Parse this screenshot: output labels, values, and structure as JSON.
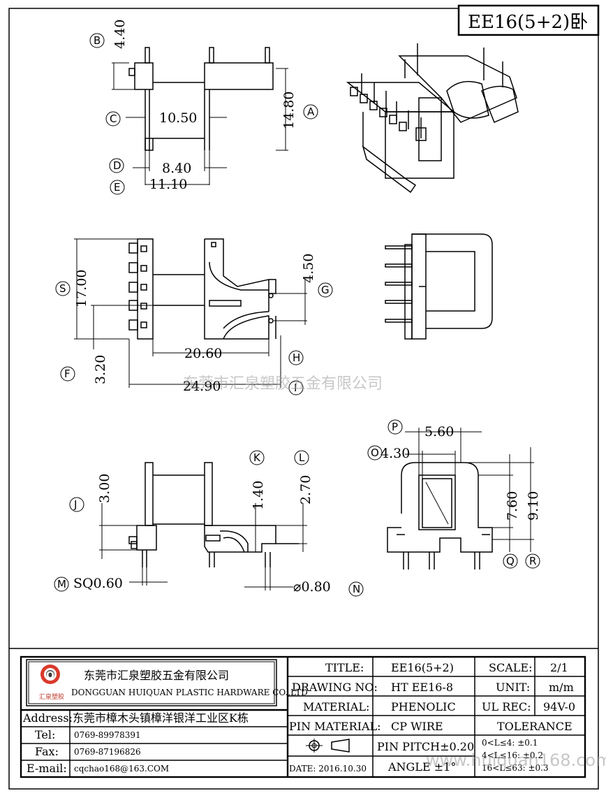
{
  "drawing": {
    "title_box": "EE16(5+2)卧",
    "dims": {
      "top_b": "4.40",
      "top_c": "10.50",
      "top_a": "14.80",
      "top_d": "8.40",
      "top_e": "11.10",
      "mid_s": "17.00",
      "mid_g": "4.50",
      "mid_h": "20.60",
      "mid_f": "3.20",
      "mid_i": "24.90",
      "bot_j": "3.00",
      "bot_k": "1.40",
      "bot_l": "2.70",
      "bot_m": "SQ0.60",
      "bot_n": "⌀0.80",
      "side_p": "5.60",
      "side_o": "4.30",
      "side_q": "7.60",
      "side_r": "9.10"
    },
    "callouts": [
      "A",
      "B",
      "C",
      "D",
      "E",
      "F",
      "G",
      "H",
      "I",
      "J",
      "K",
      "L",
      "M",
      "N",
      "O",
      "P",
      "Q",
      "R",
      "S"
    ]
  },
  "watermarks": {
    "center": "东莞市汇泉塑胶五金有限公司",
    "corner": "www.huiquan168.com"
  },
  "title_block": {
    "company_cn": "东莞市汇泉塑胶五金有限公司",
    "company_en": "DONGGUAN HUIQUAN PLASTIC HARDWARE CO.,LTD",
    "logo_letter": "Q",
    "logo_text": "汇泉塑胶",
    "address_label": "Address:",
    "address": "东莞市樟木头镇樟洋银洋工业区K栋",
    "tel_label": "Tel:",
    "tel": "0769-89978391",
    "fax_label": "Fax:",
    "fax": "0769-87196826",
    "email_label": "E-mail:",
    "email": "cqchao168@163.COM",
    "title_label": "TITLE:",
    "title_value": "EE16(5+2)",
    "drawing_no_label": "DRAWING NO:",
    "drawing_no": "HT EE16-8",
    "material_label": "MATERIAL:",
    "material": "PHENOLIC",
    "pin_material_label": "PIN MATERIAL:",
    "pin_material": "CP WIRE",
    "pin_pitch": "PIN PITCH±0.20",
    "angle": "ANGLE  ±1°",
    "date": "DATE: 2016.10.30",
    "scale_label": "SCALE:",
    "scale": "2/1",
    "unit_label": "UNIT:",
    "unit": "m/m",
    "ul_label": "UL REC:",
    "ul": "94V-0",
    "tolerance": "TOLERANCE",
    "tol_1": "0<L≤4:   ±0.1",
    "tol_2": "4<L≤16:  ±0.2",
    "tol_3": "16<L≤63: ±0.3"
  }
}
